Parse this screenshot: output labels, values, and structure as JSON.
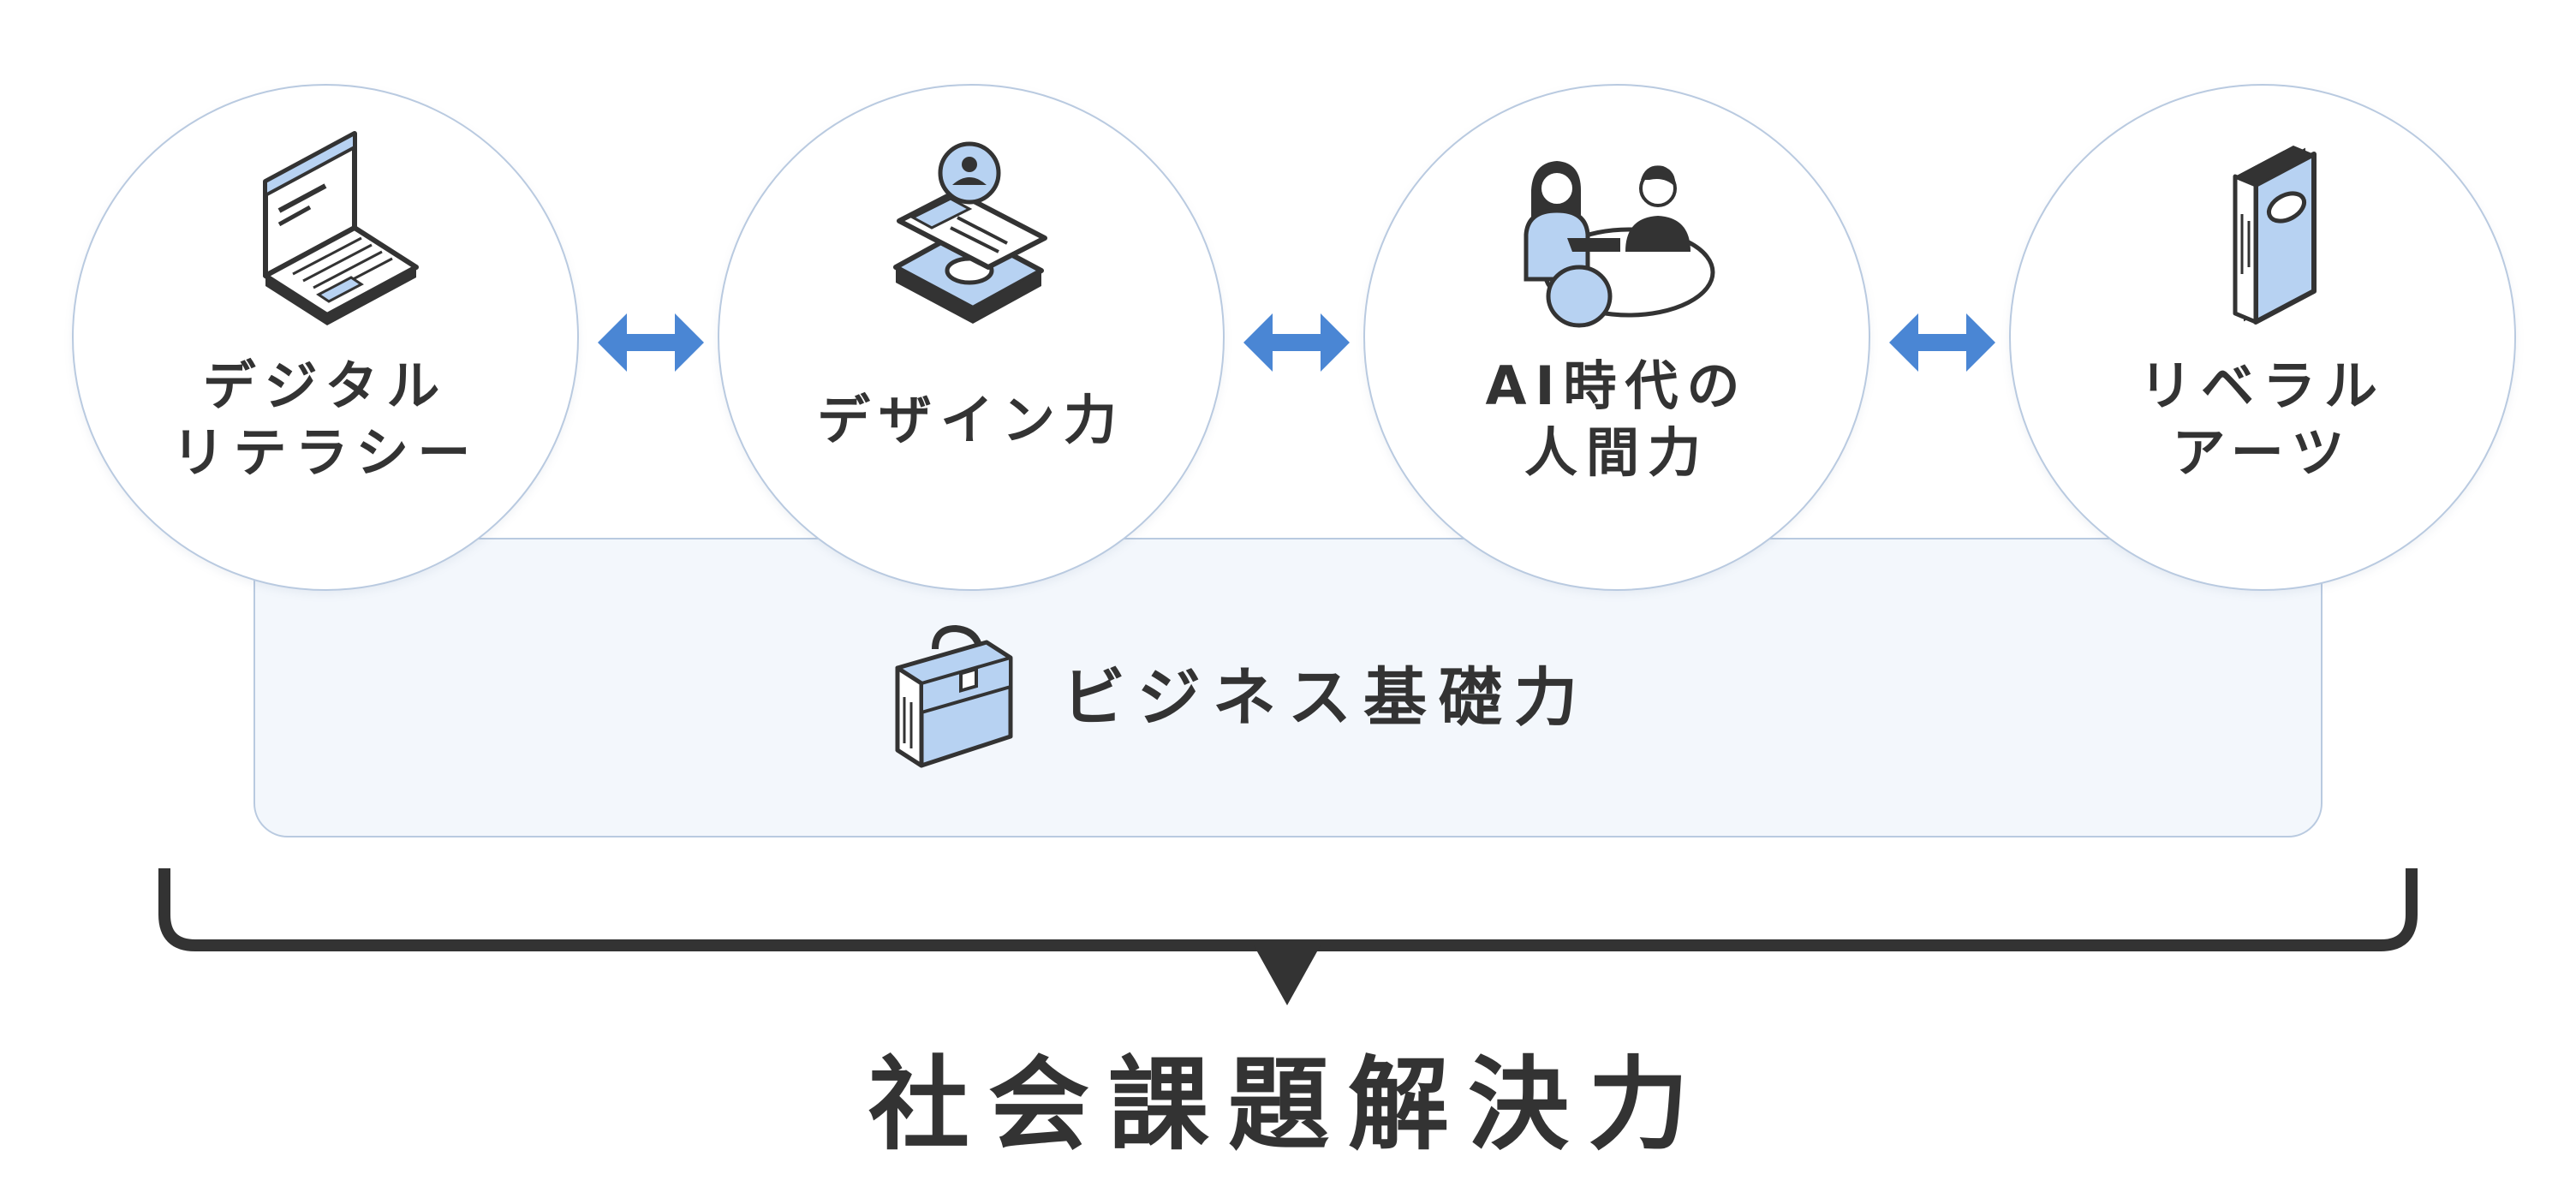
{
  "colors": {
    "accent_blue": "#4a86d4",
    "icon_fill": "#b7d2f2",
    "panel_bg": "#f3f7fc",
    "border": "#b9cae0",
    "text": "#333333"
  },
  "skills": [
    {
      "label": "デジタル\nリテラシー",
      "icon": "laptop-icon"
    },
    {
      "label": "デザイン力",
      "icon": "smartphone-design-icon"
    },
    {
      "label": "AI時代の\n人間力",
      "icon": "people-meeting-icon"
    },
    {
      "label": "リベラル\nアーツ",
      "icon": "book-icon"
    }
  ],
  "connectors": [
    "bidirectional-arrow-icon",
    "bidirectional-arrow-icon",
    "bidirectional-arrow-icon"
  ],
  "foundation": {
    "label": "ビジネス基礎力",
    "icon": "briefcase-icon"
  },
  "result": {
    "label": "社会課題解決力"
  }
}
